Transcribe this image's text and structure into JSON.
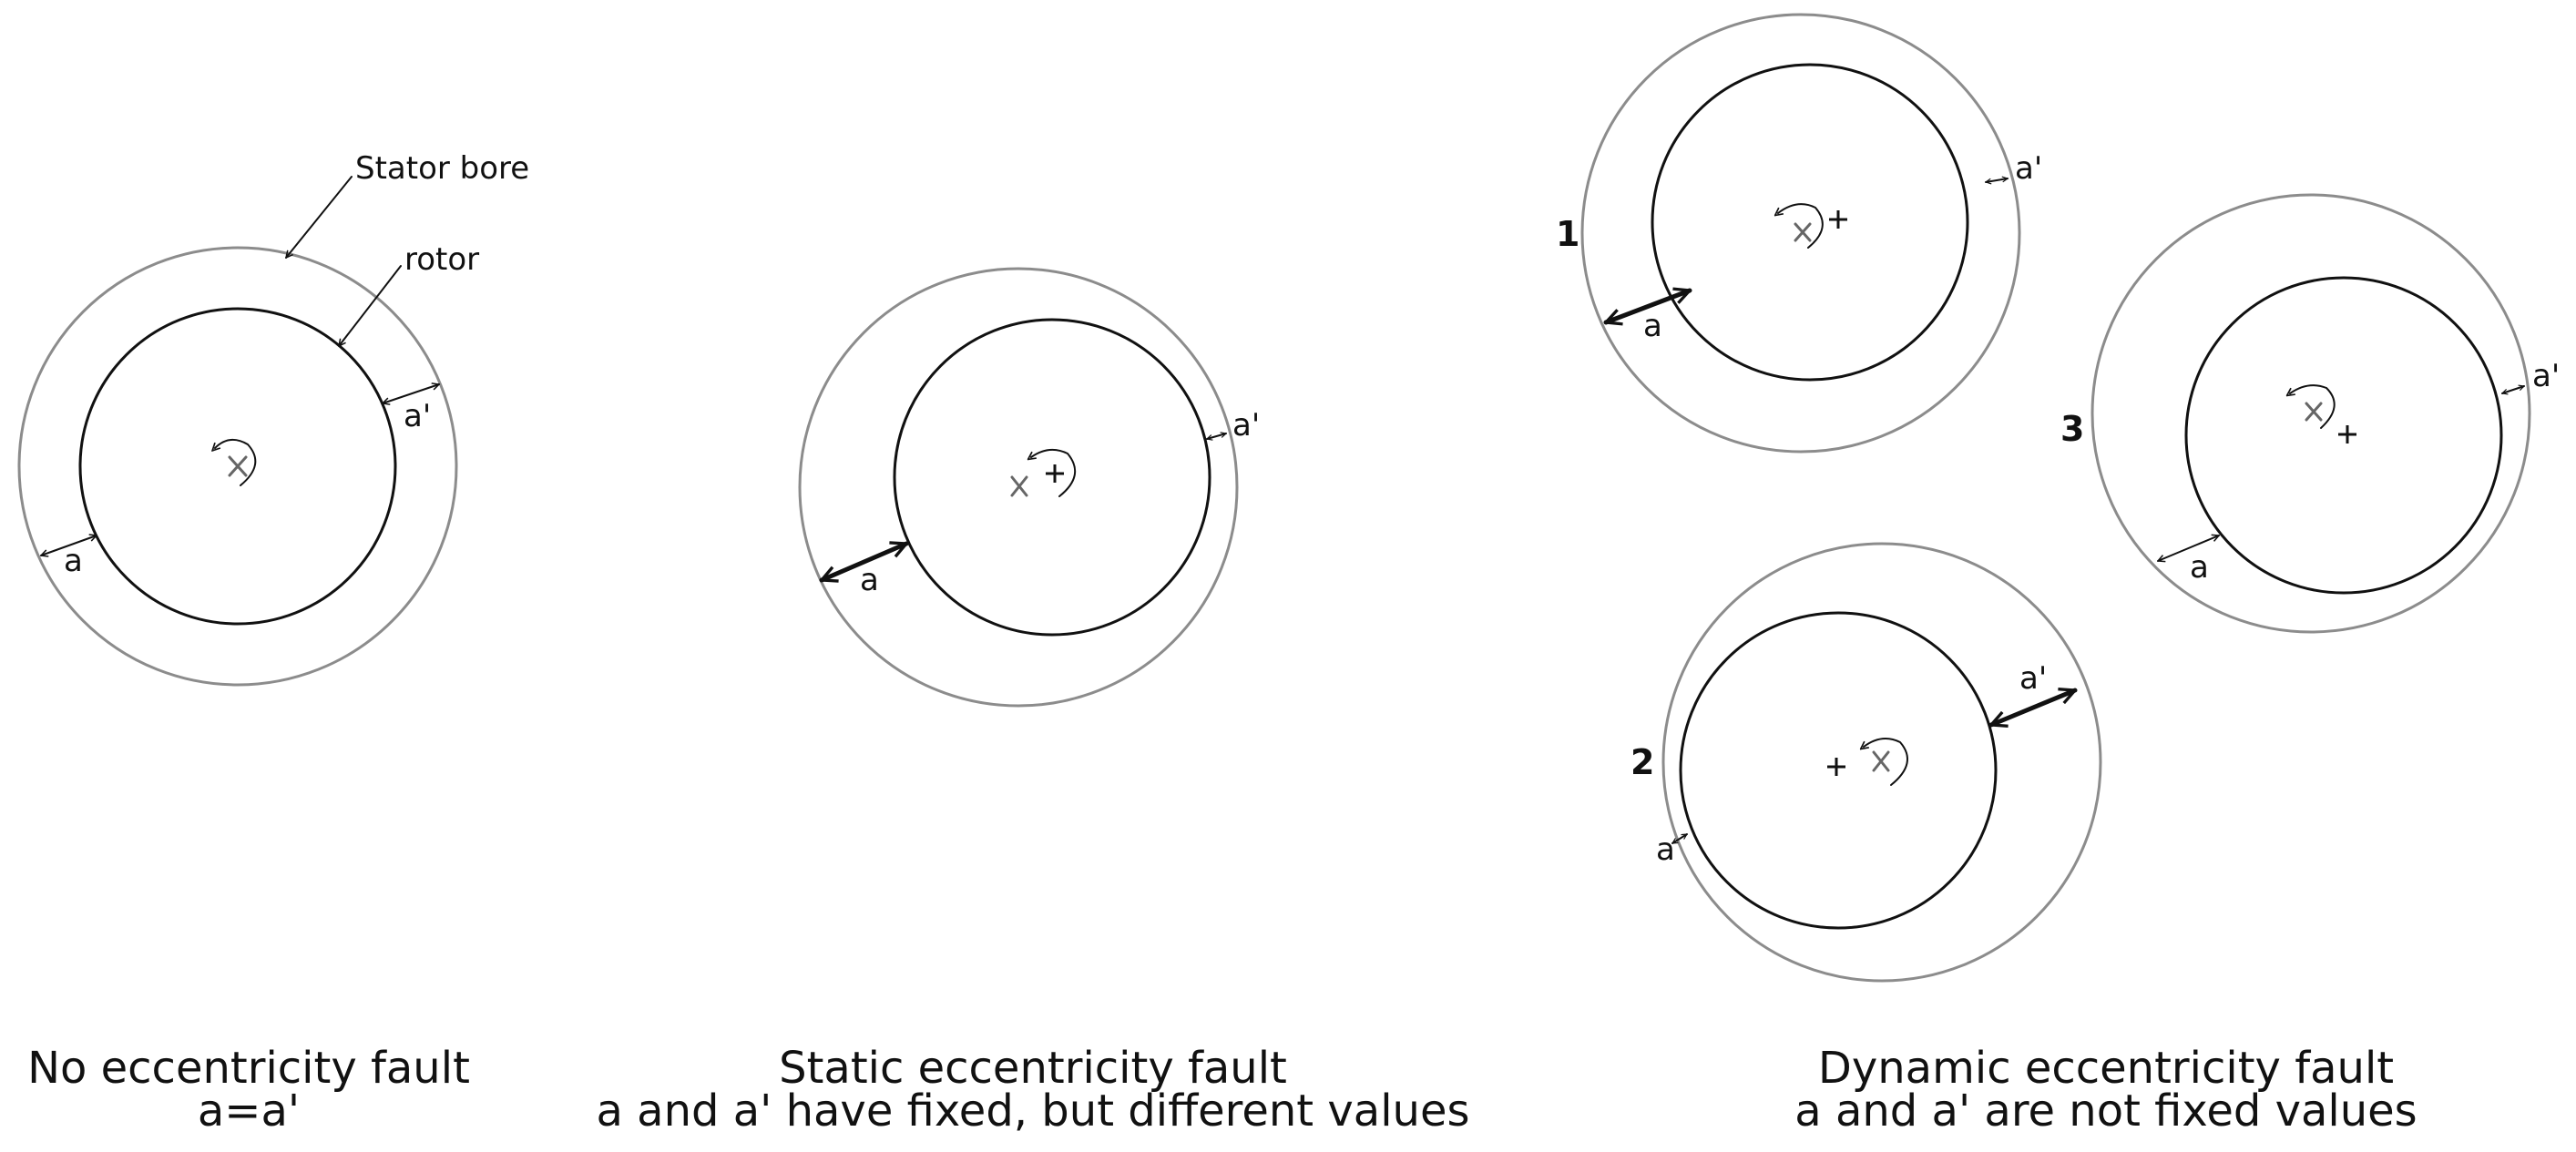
{
  "labels": {
    "stator_bore": "Stator bore",
    "rotor": "rotor",
    "gap_a": "a",
    "gap_a_prime": "a'"
  },
  "panels": {
    "none": {
      "title": "No eccentricity fault",
      "subtitle": "a=a'"
    },
    "static": {
      "title": "Static eccentricity fault",
      "subtitle": "a and a' have fixed, but different values"
    },
    "dynamic": {
      "title": "Dynamic eccentricity fault",
      "subtitle": "a and a' are not fixed values"
    }
  },
  "positions": [
    "1",
    "2",
    "3"
  ],
  "colors": {
    "stator": "#8c8c8c",
    "rotor": "#111111",
    "center_x": "#666666"
  }
}
